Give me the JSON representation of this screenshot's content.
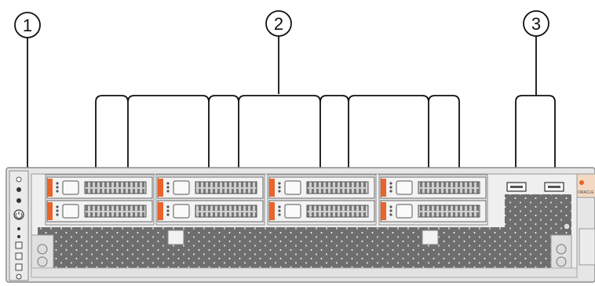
{
  "callouts": [
    {
      "label": "1"
    },
    {
      "label": "2"
    },
    {
      "label": "3"
    }
  ],
  "drive_bays": {
    "rows": 2,
    "groups": 4
  },
  "usb_ports": {
    "count": 2
  },
  "brand_badge_text": "ORACLE",
  "colors": {
    "chassis": "#e6e6e6",
    "chassis_edge": "#9a9a9a",
    "drive_latch": "#e8642a",
    "leader_line": "#111111",
    "vent": "#6e6e6e"
  }
}
